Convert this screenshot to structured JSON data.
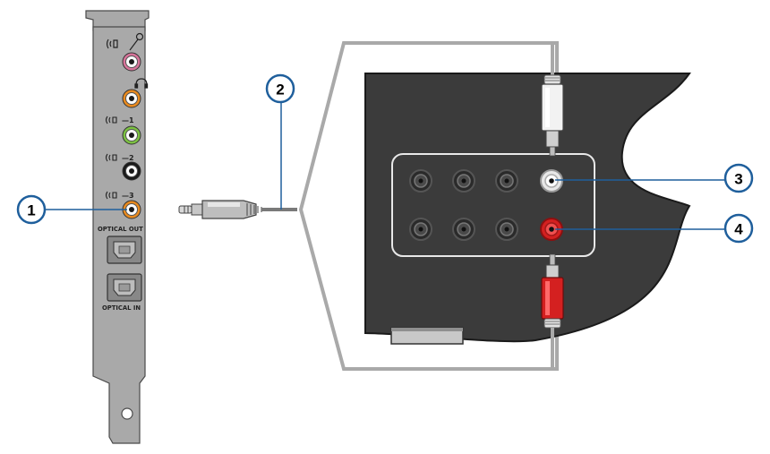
{
  "callouts": [
    {
      "number": "1"
    },
    {
      "number": "2"
    },
    {
      "number": "3"
    },
    {
      "number": "4"
    }
  ],
  "bracket": {
    "jack_labels": [
      "—1",
      "—2",
      "—3"
    ],
    "optical_out_label": "OPTICAL OUT",
    "optical_in_label": "OPTICAL IN"
  },
  "colors": {
    "callout_line": "#1f5f9c",
    "bracket": "#a9a9a9",
    "jack_pink": "#d8749a",
    "jack_orange": "#e98a1e",
    "jack_green": "#7cc142",
    "jack_black": "#1a1a1a",
    "rca_white": "#e8e8e8",
    "rca_red": "#d42020",
    "device_panel": "#3b3b3b"
  },
  "icons": [
    "speaker-mic-icon",
    "headphones-icon",
    "speaker-icon"
  ]
}
